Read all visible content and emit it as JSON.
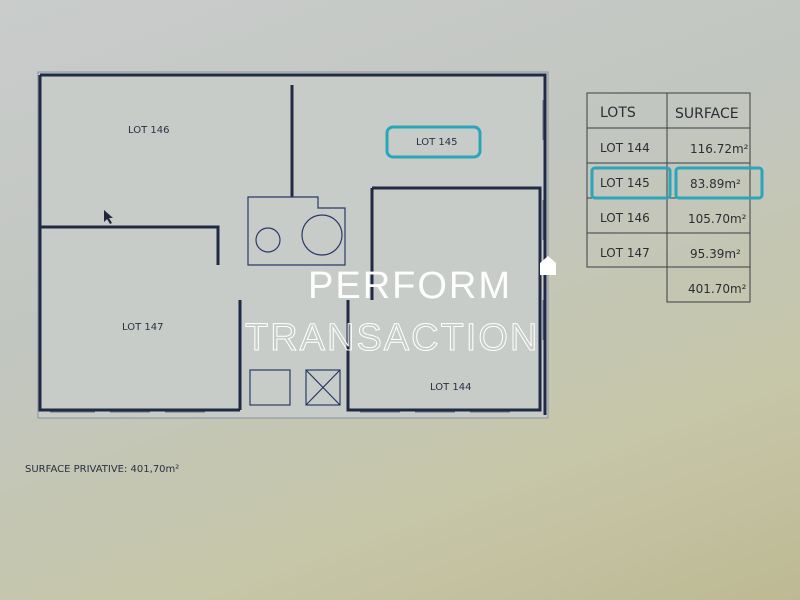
{
  "plan": {
    "lots": [
      {
        "label": "LOT 146"
      },
      {
        "label": "LOT 145"
      },
      {
        "label": "LOT 147"
      },
      {
        "label": "LOT 144"
      }
    ],
    "surface_note": "SURFACE PRIVATIVE: 401,70m²"
  },
  "table": {
    "headers": [
      "LOTS",
      "SURFACE"
    ],
    "rows": [
      {
        "lot": "LOT 144",
        "surface": "116.72m²"
      },
      {
        "lot": "LOT 145",
        "surface": "83.89m²",
        "highlighted": true
      },
      {
        "lot": "LOT 146",
        "surface": "105.70m²"
      },
      {
        "lot": "LOT 147",
        "surface": "95.39m²"
      }
    ],
    "total": "401.70m²"
  },
  "watermark": {
    "line1": "PERFORM",
    "line2": "TRANSACTION"
  },
  "colors": {
    "highlight": "#2aa6b8",
    "wall": "#1f2a44"
  }
}
